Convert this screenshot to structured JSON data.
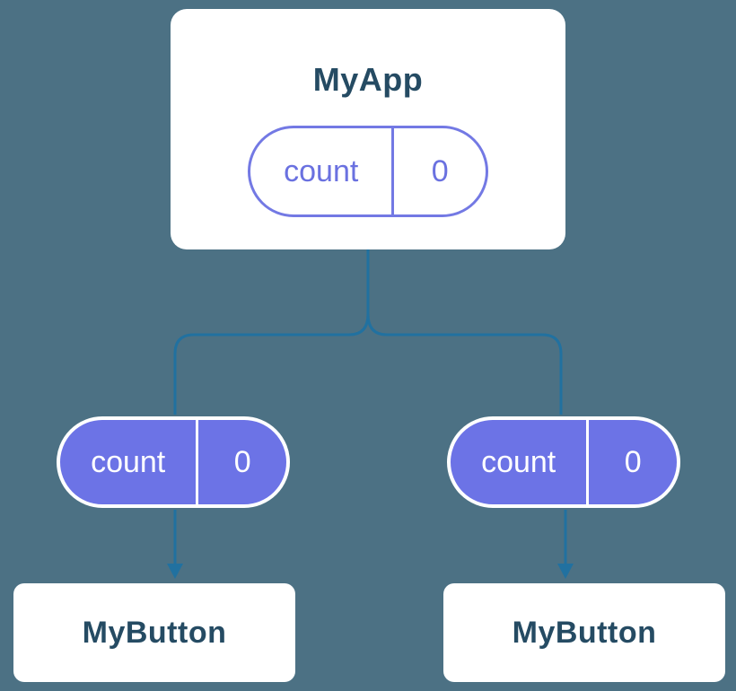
{
  "diagram": {
    "root": {
      "title": "MyApp",
      "state": {
        "label": "count",
        "value": "0"
      }
    },
    "children": [
      {
        "title": "MyButton",
        "prop": {
          "label": "count",
          "value": "0"
        }
      },
      {
        "title": "MyButton",
        "prop": {
          "label": "count",
          "value": "0"
        }
      }
    ],
    "colors": {
      "background": "#4C7184",
      "connector": "#2171A0",
      "accent_purple": "#6C73E6",
      "pill_outline": "#7379E4",
      "card_text": "#254B63",
      "card_background": "#FFFFFF"
    }
  }
}
